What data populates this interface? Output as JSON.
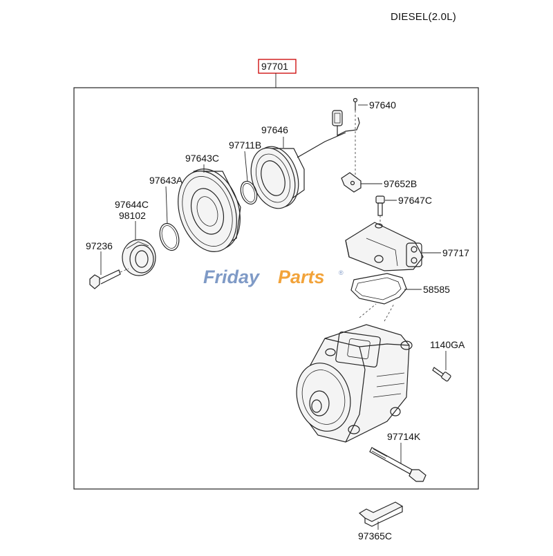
{
  "header": {
    "variant": "DIESEL(2.0L)"
  },
  "assembly": {
    "number": "97701",
    "highlight_color": "#cc0000"
  },
  "watermark": {
    "brand_part1": "Friday",
    "brand_part2": "Parts",
    "trademark": "®"
  },
  "parts": {
    "p97640": "97640",
    "p97646": "97646",
    "p97711B": "97711B",
    "p97643C": "97643C",
    "p97643A": "97643A",
    "p97644C": "97644C",
    "p98102": "98102",
    "p97236": "97236",
    "p97652B": "97652B",
    "p97647C": "97647C",
    "p97717": "97717",
    "p58585": "58585",
    "p1140GA": "1140GA",
    "p97714K": "97714K",
    "p97365C": "97365C"
  }
}
